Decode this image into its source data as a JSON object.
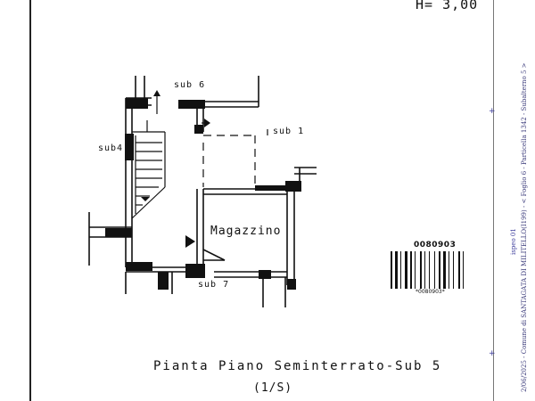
{
  "header": {
    "height_label": "H= 3,00"
  },
  "plan": {
    "rooms": {
      "sub6": "sub 6",
      "sub1": "sub 1",
      "sub4": "sub4",
      "sub7": "sub 7",
      "magazzino": "Magazzino"
    }
  },
  "caption": {
    "title": "Pianta Piano Seminterrato-Sub 5",
    "scale": "(1/S)"
  },
  "barcode": {
    "number_top": "0080903",
    "number_bottom": "*0080903*"
  },
  "margin": {
    "stamp": "ispeo 01",
    "vertical_text": "2/06/2025 - Comune di SANTAGATA DI MILITELLO(I199) - < Foglio 6 - Particella 1342 - Subalterno 5 >"
  }
}
